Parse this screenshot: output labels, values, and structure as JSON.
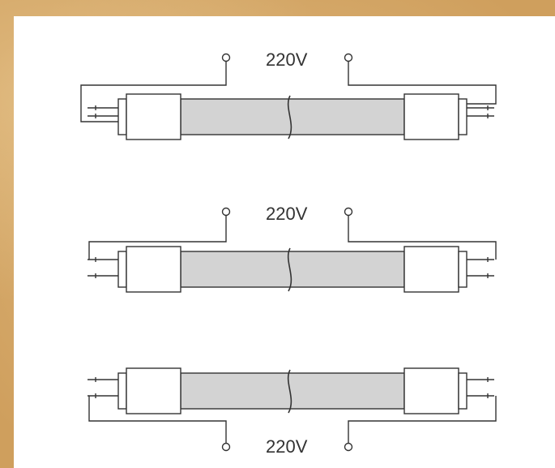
{
  "colors": {
    "background": "#d9b27a",
    "panel": "#ffffff",
    "tube_fill": "#d3d3d3",
    "line": "#333333"
  },
  "diagrams": [
    {
      "voltage_label": "220V"
    },
    {
      "voltage_label": "220V"
    },
    {
      "voltage_label": "220V"
    }
  ]
}
